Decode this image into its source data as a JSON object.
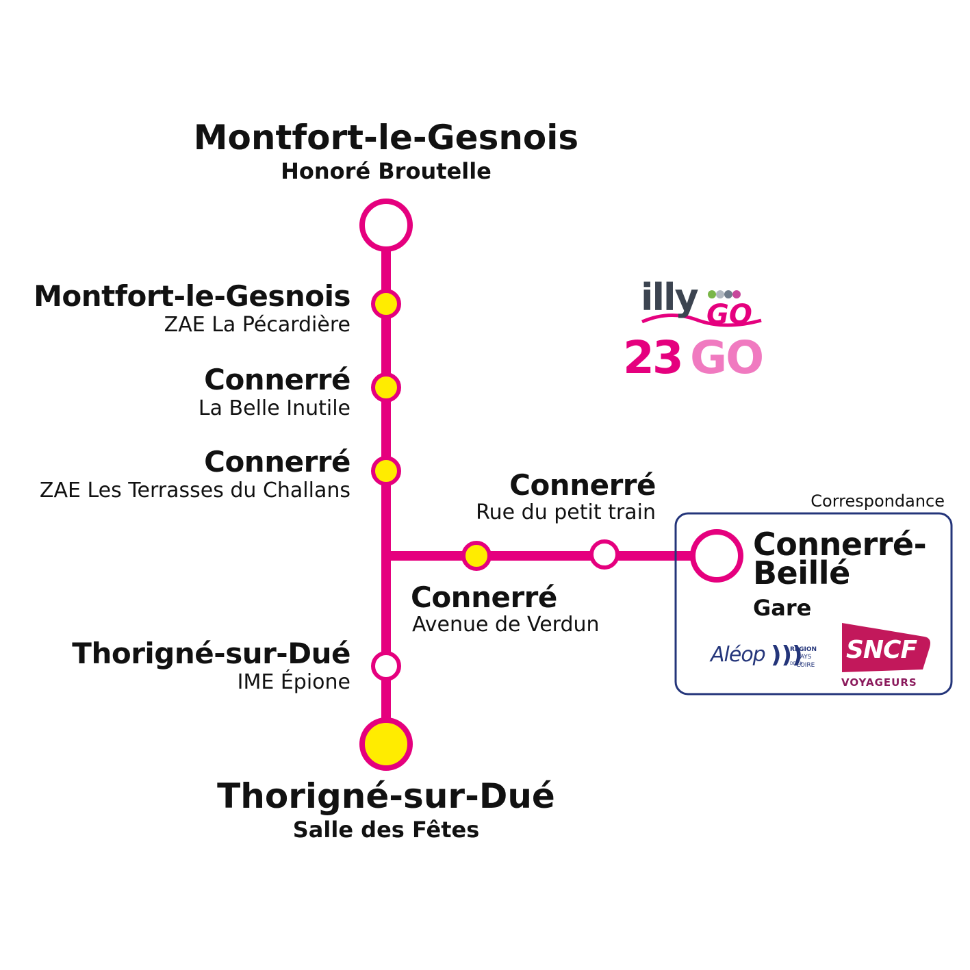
{
  "colors": {
    "line": "#e5007e",
    "stop_served": "#ffec00",
    "stop_request": "#ffffff",
    "transfer_box": "#24357a",
    "logo_pink": "#e5007e",
    "logo_light_pink": "#f07ac0",
    "logo_dark": "#3c4450",
    "sncf_red": "#c2185b",
    "aleop_blue": "#24357a"
  },
  "line": {
    "stops": [
      {
        "id": "montfort-broutelle",
        "city": "Montfort-le-Gesnois",
        "place": "Honoré Broutelle",
        "kind": "terminus",
        "served": false
      },
      {
        "id": "montfort-pecardiere",
        "city": "Montfort-le-Gesnois",
        "place": "ZAE La Pécardière",
        "kind": "stop",
        "served": true
      },
      {
        "id": "connerre-belle-inutile",
        "city": "Connerré",
        "place": "La Belle Inutile",
        "kind": "stop",
        "served": true
      },
      {
        "id": "connerre-terrasses",
        "city": "Connerré",
        "place": "ZAE Les Terrasses du Challans",
        "kind": "stop",
        "served": true
      },
      {
        "id": "connerre-verdun",
        "city": "Connerré",
        "place": "Avenue de Verdun",
        "kind": "stop",
        "served": true
      },
      {
        "id": "connerre-petit-train",
        "city": "Connerré",
        "place": "Rue du petit train",
        "kind": "stop",
        "served": false
      },
      {
        "id": "connerre-beille-gare",
        "city": "Connerré-Beillé",
        "place": "Gare",
        "kind": "terminus",
        "served": false
      },
      {
        "id": "thorigne-epione",
        "city": "Thorigné-sur-Dué",
        "place": "IME Épione",
        "kind": "stop",
        "served": false
      },
      {
        "id": "thorigne-salle-fetes",
        "city": "Thorigné-sur-Dué",
        "place": "Salle des Fêtes",
        "kind": "terminus",
        "served": true
      }
    ]
  },
  "transfer": {
    "caption": "Correspondance",
    "title_line1": "Connerré-",
    "title_line2": "Beillé",
    "subtitle": "Gare"
  },
  "logos": {
    "illygo_illy": "illy",
    "illygo_go": "GO",
    "line_number": "23",
    "line_go": "GO",
    "aleop": "Aléop",
    "region_1": "RÉGION",
    "region_2": "PAYS",
    "region_3": "DE LA",
    "region_4": "LOIRE",
    "sncf": "SNCF",
    "sncf_sub": "VOYAGEURS"
  }
}
